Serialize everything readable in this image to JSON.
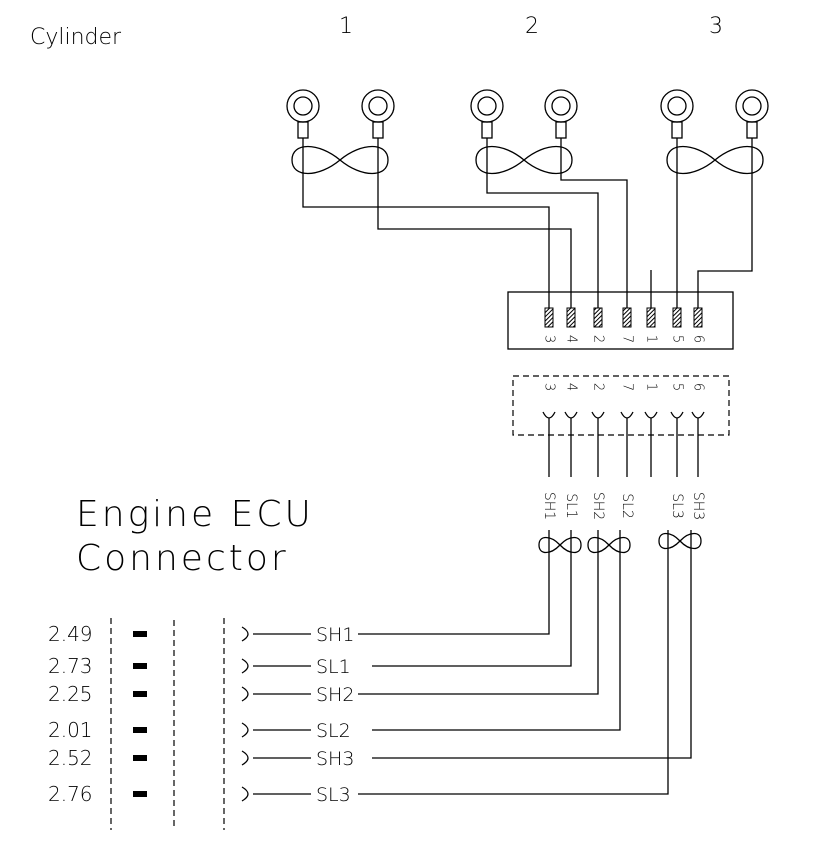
{
  "labels": {
    "cylinder": "Cylinder",
    "ecu_line1": "Engine ECU",
    "ecu_line2": "Connector"
  },
  "cylinders": [
    "1",
    "2",
    "3"
  ],
  "connector_pins": [
    "3",
    "4",
    "2",
    "7",
    "1",
    "5",
    "6"
  ],
  "harness_signals": [
    "SH1",
    "SL1",
    "SH2",
    "SL2",
    "",
    "SL3",
    "SH3"
  ],
  "ecu_pins": [
    {
      "pin": "2.49",
      "signal": "SH1"
    },
    {
      "pin": "2.73",
      "signal": "SL1"
    },
    {
      "pin": "2.25",
      "signal": "SH2"
    },
    {
      "pin": "2.01",
      "signal": "SL2"
    },
    {
      "pin": "2.52",
      "signal": "SH3"
    },
    {
      "pin": "2.76",
      "signal": "SL3"
    }
  ]
}
